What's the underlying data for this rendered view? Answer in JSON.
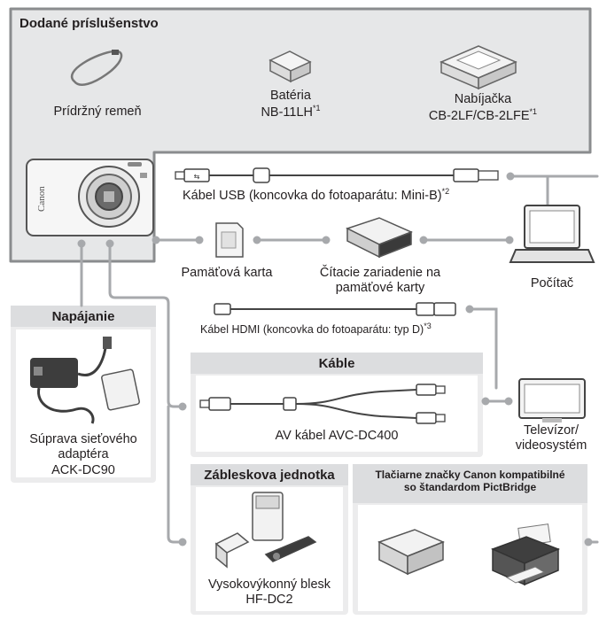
{
  "supplied_accessories": {
    "title": "Dodané príslušenstvo",
    "strap_label": "Prídržný remeň",
    "battery_label_1": "Batéria",
    "battery_label_2": "NB-11LH",
    "battery_sup": "*1",
    "charger_label_1": "Nabíjačka",
    "charger_label_2": "CB-2LF/CB-2LFE",
    "charger_sup": "*1"
  },
  "camera": {
    "brand": "Canon"
  },
  "usb": {
    "label": "Kábel USB (koncovka do fotoaparátu: Mini-B)",
    "sup": "*2"
  },
  "memory_card_label": "Pamäťová karta",
  "card_reader_label_1": "Čítacie zariadenie na",
  "card_reader_label_2": "pamäťové karty",
  "computer_label": "Počítač",
  "hdmi": {
    "label": "Kábel HDMI (koncovka do fotoaparátu: typ D)",
    "sup": "*3"
  },
  "power": {
    "title": "Napájanie",
    "label_1": "Súprava sieťového",
    "label_2": "adaptéra",
    "label_3": "ACK-DC90"
  },
  "cables": {
    "title": "Káble",
    "av_label": "AV kábel AVC-DC400"
  },
  "tv_label_1": "Televízor/",
  "tv_label_2": "videosystém",
  "flash": {
    "title": "Zábleskova jednotka",
    "label_1": "Vysokovýkonný blesk",
    "label_2": "HF-DC2"
  },
  "printers": {
    "title_1": "Tlačiarne značky Canon kompatibilné",
    "title_2": "so štandardom PictBridge"
  },
  "colors": {
    "panel_bg": "#e6e7e8",
    "frame": "#8a8c8e",
    "connector": "#a7a9ac",
    "box_header": "#dcdddf"
  }
}
